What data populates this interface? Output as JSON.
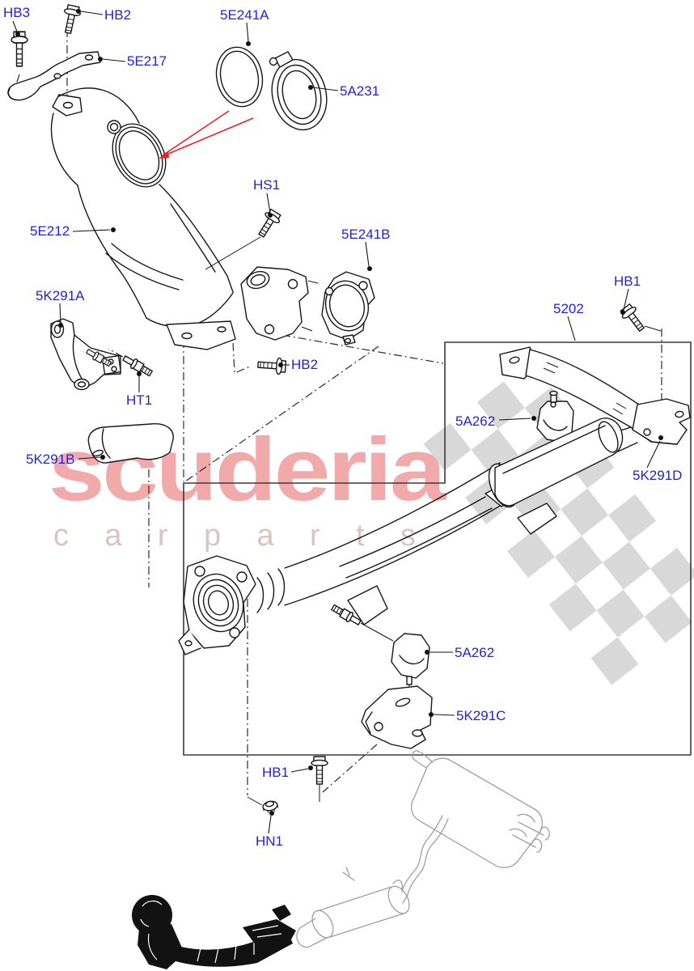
{
  "diagram": {
    "type": "parts-exploded-diagram",
    "subject": "exhaust-catalytic-converter-assembly",
    "colors": {
      "background": "#ffffff",
      "label_blue": "#2222dd",
      "line_art": "#161616",
      "arrow_red": "#ee2222",
      "watermark_pink": "#f2a9a9",
      "watermark_letter_gray": "#d9c3c3",
      "checker_gray": "#d8d8d8",
      "ghost_gray": "#9e9e9e"
    },
    "watermark": {
      "brand": "scuderia",
      "sub": "carparts"
    },
    "labels": [
      {
        "text": "HB3"
      },
      {
        "text": "HB2"
      },
      {
        "text": "5E241A"
      },
      {
        "text": "5E217"
      },
      {
        "text": "5A231"
      },
      {
        "text": "HS1"
      },
      {
        "text": "5E212"
      },
      {
        "text": "5E241B"
      },
      {
        "text": "5K291A"
      },
      {
        "text": "HB1"
      },
      {
        "text": "5202"
      },
      {
        "text": "HT1"
      },
      {
        "text": "HB2"
      },
      {
        "text": "5A262"
      },
      {
        "text": "5K291B"
      },
      {
        "text": "5K291D"
      },
      {
        "text": "5A262"
      },
      {
        "text": "5K291C"
      },
      {
        "text": "HB1"
      },
      {
        "text": "HN1"
      }
    ]
  }
}
